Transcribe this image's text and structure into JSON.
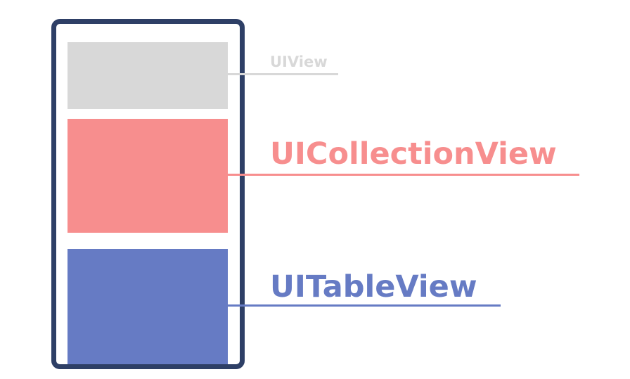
{
  "colors": {
    "frame": "#2e3f66",
    "uiview": "#d8d8d8",
    "collection": "#f78e8e",
    "table": "#667bc4"
  },
  "labels": {
    "uiview": "UIView",
    "collection": "UICollectionView",
    "table": "UITableView"
  }
}
